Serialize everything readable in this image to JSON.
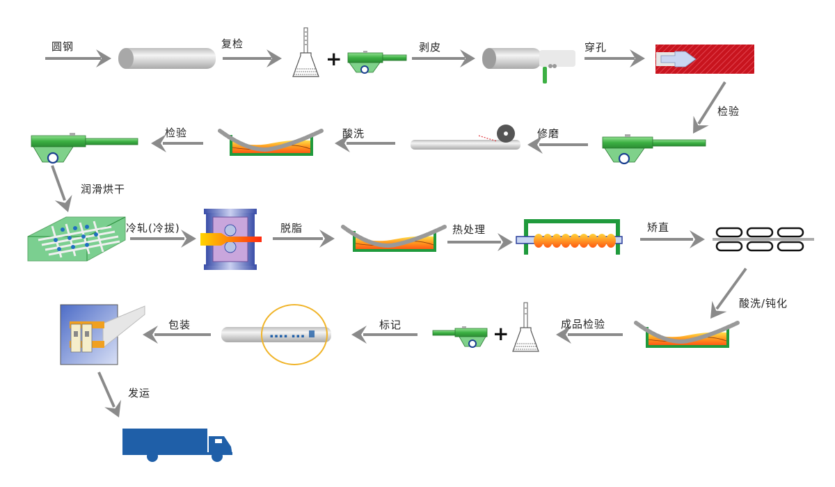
{
  "title": "Steel tube production process flow",
  "colors": {
    "arrow": "#8a8a8a",
    "gauge_green": "#3fb34f",
    "furnace_red": "#c8141e",
    "bath_green": "#1f9a3c",
    "truck_blue": "#1f5fa8",
    "marking_circle": "#f0b429"
  },
  "steps": [
    {
      "id": "round-steel",
      "label": "圆钢"
    },
    {
      "id": "recheck",
      "label": "复检"
    },
    {
      "id": "peeling",
      "label": "剥皮"
    },
    {
      "id": "piercing",
      "label": "穿孔"
    },
    {
      "id": "inspection-1",
      "label": "检验"
    },
    {
      "id": "grinding",
      "label": "修磨"
    },
    {
      "id": "pickling",
      "label": "酸洗"
    },
    {
      "id": "inspection-2",
      "label": "检验"
    },
    {
      "id": "lubricate-dry",
      "label": "润滑烘干"
    },
    {
      "id": "cold-rolling",
      "label": "冷轧(冷拔)"
    },
    {
      "id": "degreasing",
      "label": "脱脂"
    },
    {
      "id": "heat-treatment",
      "label": "热处理"
    },
    {
      "id": "straightening",
      "label": "矫直"
    },
    {
      "id": "pickling-passivation",
      "label": "酸洗/钝化"
    },
    {
      "id": "final-inspection",
      "label": "成品检验"
    },
    {
      "id": "marking",
      "label": "标记"
    },
    {
      "id": "packaging",
      "label": "包装"
    },
    {
      "id": "shipping",
      "label": "发运"
    }
  ],
  "symbols": {
    "plus": "+"
  }
}
